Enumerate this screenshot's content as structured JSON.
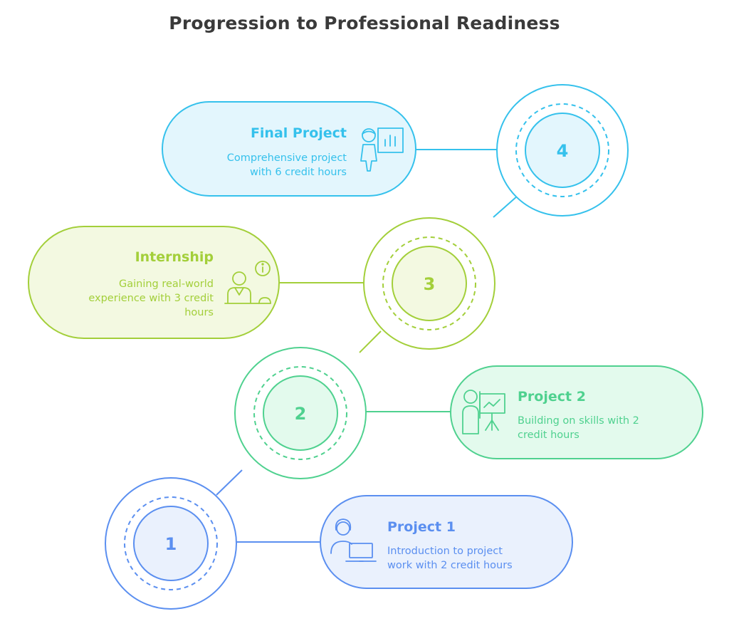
{
  "title": "Progression to Professional Readiness",
  "colors": {
    "step1": "#5b8ff0",
    "step2": "#4fd18f",
    "step3": "#a3cf3a",
    "step4": "#35c1ec",
    "step1_fill": "#eaf1fd",
    "step2_fill": "#e3faed",
    "step3_fill": "#f3f9e1",
    "step4_fill": "#e3f6fd",
    "title": "#3a3a3a"
  },
  "steps": [
    {
      "number": "1",
      "title": "Project 1",
      "desc": [
        "Introduction to project",
        "work with 2 credit hours"
      ],
      "icon": "person-laptop-icon"
    },
    {
      "number": "2",
      "title": "Project 2",
      "desc": [
        "Building on skills with 2",
        "credit hours"
      ],
      "icon": "person-presentation-icon"
    },
    {
      "number": "3",
      "title": "Internship",
      "desc": [
        "Gaining real-world",
        "experience with 3 credit",
        "hours"
      ],
      "icon": "person-info-desk-icon"
    },
    {
      "number": "4",
      "title": "Final Project",
      "desc": [
        "Comprehensive project",
        "with 6 credit hours"
      ],
      "icon": "person-chart-icon"
    }
  ]
}
